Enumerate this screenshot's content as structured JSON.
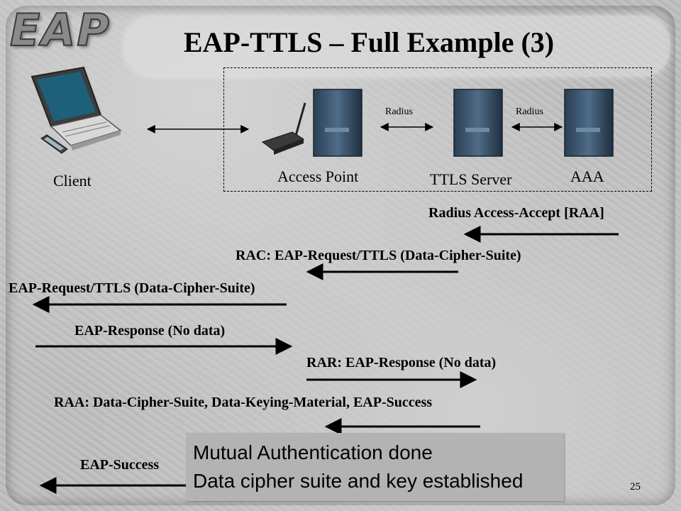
{
  "logo": "EAP",
  "title": "EAP-TTLS – Full Example (3)",
  "nodes": {
    "client": "Client",
    "access_point": "Access Point",
    "ttls_server": "TTLS Server",
    "aaa": "AAA"
  },
  "links": {
    "radius_1": "Radius",
    "radius_2": "Radius"
  },
  "messages": [
    "Radius Access-Accept [RAA]",
    "RAC: EAP-Request/TTLS (Data-Cipher-Suite)",
    "EAP-Request/TTLS (Data-Cipher-Suite)",
    "EAP-Response (No data)",
    "RAR: EAP-Response (No data)",
    "RAA: Data-Cipher-Suite, Data-Keying-Material, EAP-Success",
    "EAP-Success"
  ],
  "note": {
    "line1": "Mutual Authentication done",
    "line2": "Data cipher suite and key established"
  },
  "page_number": "25"
}
